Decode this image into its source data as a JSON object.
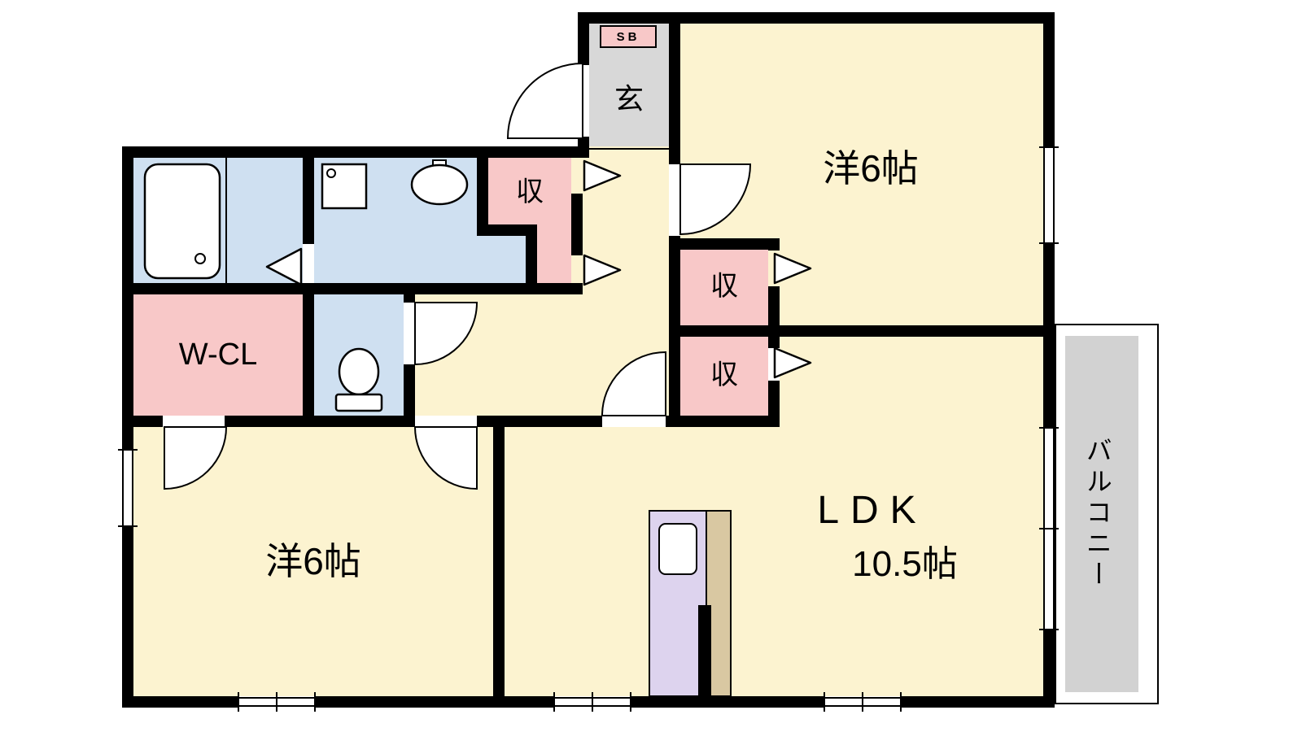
{
  "colors": {
    "floor_cream": "#fcf3d0",
    "storage_pink": "#f8c8c8",
    "wet_area_blue": "#cfe0f1",
    "entrance_gray": "#d8d8d8",
    "kitchen_lavender": "#ddd3ee",
    "kitchen_beige": "#d9c8a2",
    "balcony_gray": "#d2d2d2",
    "wall_black": "#000000",
    "background_white": "#ffffff"
  },
  "rooms": {
    "entrance": {
      "label": "玄"
    },
    "shoe_box": {
      "label": "SB"
    },
    "bedroom_top": {
      "label": "洋6帖"
    },
    "bedroom_bottom": {
      "label": "洋6帖"
    },
    "ldk": {
      "label_line1": "LDK",
      "label_line2": "10.5帖"
    },
    "walk_in_closet": {
      "label": "W-CL"
    },
    "closet_hall": {
      "label": "収"
    },
    "closet_bedroom_top": {
      "label": "収"
    },
    "closet_ldk": {
      "label": "収"
    },
    "balcony": {
      "label": "バルコニー"
    }
  }
}
